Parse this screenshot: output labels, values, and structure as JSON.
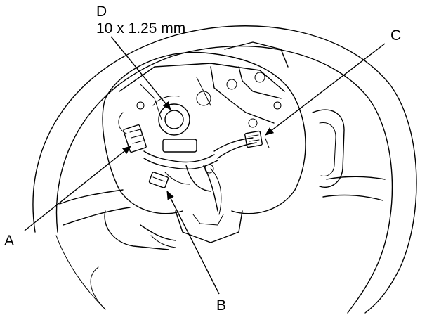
{
  "labels": {
    "a": "A",
    "b": "B",
    "c": "C",
    "d": "D",
    "d_spec": "10 x 1.25 mm"
  },
  "colors": {
    "line": "#000000",
    "background": "#ffffff"
  }
}
